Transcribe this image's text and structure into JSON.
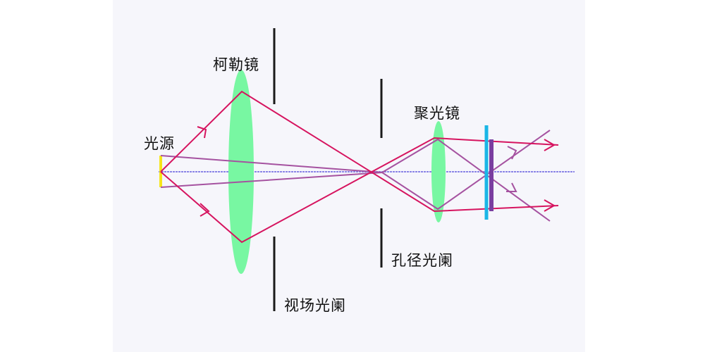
{
  "labels": {
    "light_source": "光源",
    "kohler_lens": "柯勒镜",
    "field_diaphragm": "视场光阑",
    "aperture_diaphragm": "孔径光阑",
    "condenser_lens": "聚光镜"
  },
  "colors": {
    "background_panel": "#f6f6fb",
    "lens_fill": "#78f7a2",
    "illumination_ray": "#d6145f",
    "imaging_ray": "#a552a0",
    "optical_axis": "#8a84e6",
    "light_source": "#f6e51a",
    "diaphragm": "#1a1a1a",
    "specimen_slide": "#1ab6e6",
    "specimen": "#7a3ea0"
  },
  "icons": {
    "lens": "ellipse-lens-shape",
    "arrow": "chevron-arrowhead"
  }
}
